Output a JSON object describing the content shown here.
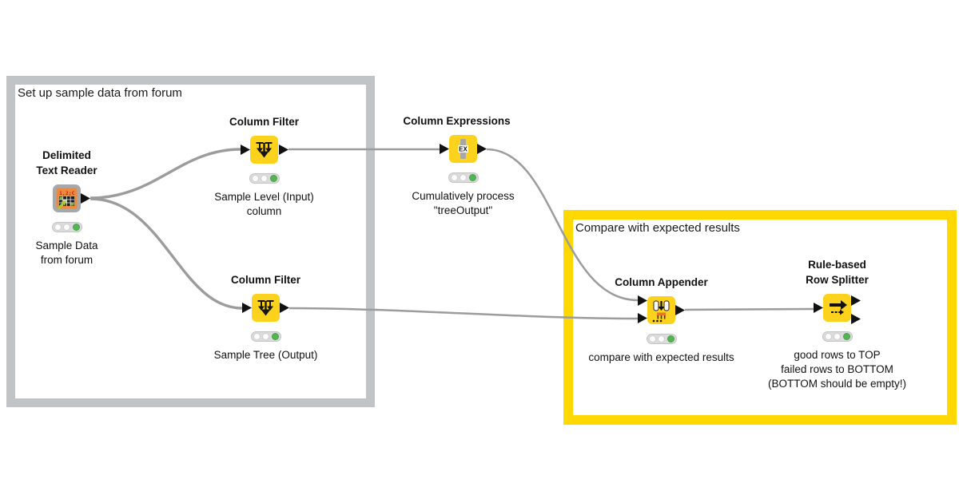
{
  "workflow": {
    "annotations": {
      "setup": {
        "title": "Set up sample data from forum",
        "border_color": "#c0c4c7"
      },
      "compare": {
        "title": "Compare with expected results",
        "border_color": "#ffd800"
      }
    },
    "nodes": {
      "reader": {
        "title_line1": "Delimited",
        "title_line2": "Text Reader",
        "label_line1": "Sample Data",
        "label_line2": "from forum",
        "status_light": "green"
      },
      "filter_top": {
        "title_line1": "Column Filter",
        "label_line1": "Sample Level (Input)",
        "label_line2": "column",
        "status_light": "green"
      },
      "expressions": {
        "title_line1": "Column Expressions",
        "icon_text": "EX",
        "label_line1": "Cumulatively process",
        "label_line2": "\"treeOutput\"",
        "status_light": "green"
      },
      "filter_bottom": {
        "title_line1": "Column Filter",
        "label_line1": "Sample Tree (Output)",
        "status_light": "green"
      },
      "appender": {
        "title_line1": "Column Appender",
        "label_line1": "compare with expected results",
        "status_light": "green"
      },
      "splitter": {
        "title_line1": "Rule-based",
        "title_line2": "Row Splitter",
        "label_line1": "good rows to TOP",
        "label_line2": "failed rows to BOTTOM",
        "label_line3": "(BOTTOM should be empty!)",
        "status_light": "green"
      }
    }
  },
  "colors": {
    "canvas_bg": "#ffffff",
    "node_yellow": "#fdd21c",
    "annotation_yellow": "#ffd800",
    "annotation_gray": "#c0c4c7",
    "edge_gray": "#9c9c9c",
    "port_black": "#111111",
    "status_green": "#55b555",
    "traffic_bg": "#dcdcdc",
    "reader_orange": "#ee8a3d",
    "reader_frame": "#a5a9ad"
  },
  "icons": {
    "reader": "csv-table-reader-icon",
    "filter": "column-filter-icon",
    "expressions": "column-expressions-icon",
    "appender": "column-appender-icon",
    "splitter": "row-splitter-icon"
  }
}
